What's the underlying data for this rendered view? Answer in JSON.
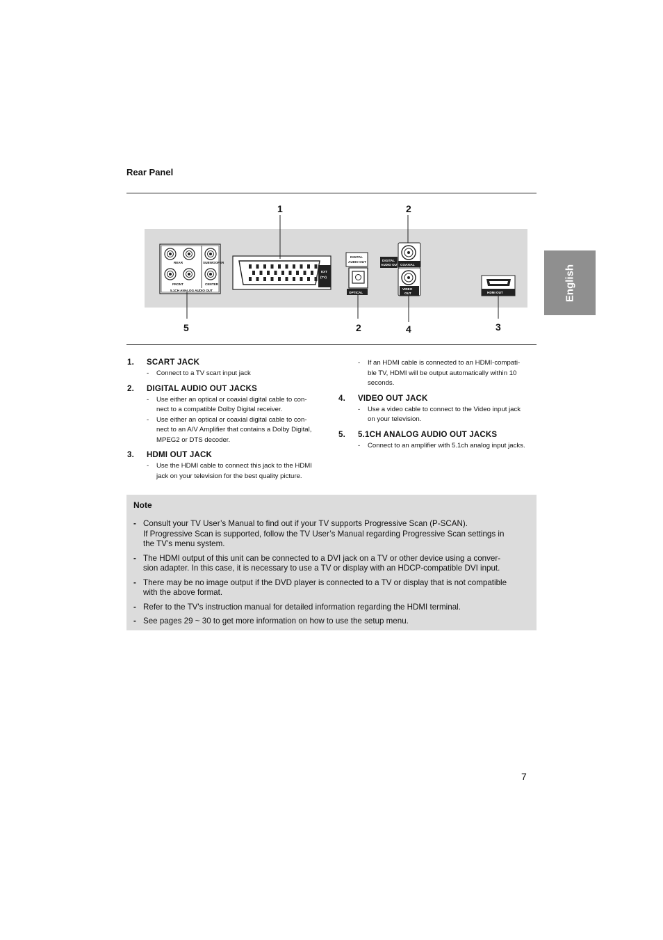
{
  "section_title": "Rear Panel",
  "side_tab": "English",
  "diagram": {
    "callouts": [
      "1",
      "2",
      "5",
      "2",
      "4",
      "3"
    ],
    "panel_labels": {
      "analog_front_left": "FRONT",
      "analog_rear": "REAR",
      "subwoofer": "SUBWOOFER",
      "center": "CENTER",
      "analog_out": "5.1CH ANALOG AUDIO OUT",
      "ext": "EXT",
      "tv": "(TV)",
      "digital_audio_out_1": "DIGITAL",
      "digital_audio_out_2": "AUDIO OUT",
      "optical": "OPTICAL",
      "digital_side_1": "DIGITAL",
      "digital_side_2": "AUDIO OUT",
      "coaxial": "COAXIAL",
      "video_1": "VIDEO",
      "video_2": "OUT",
      "hdmi_out": "HDMI OUT"
    }
  },
  "items_left": [
    {
      "num": "1.",
      "title": "SCART JACK",
      "bullets": [
        "Connect to a TV scart input jack"
      ]
    },
    {
      "num": "2.",
      "title": "DIGITAL AUDIO OUT JACKS",
      "bullets": [
        "Use either an optical or coaxial digital cable to con-\nnect to a compatible Dolby Digital receiver.",
        "Use either an optical or coaxial digital cable to con-\nnect to an A/V Amplifier that contains a Dolby Digital,\nMPEG2 or DTS decoder."
      ]
    },
    {
      "num": "3.",
      "title": "HDMI OUT JACK",
      "bullets": [
        "Use the HDMI cable to connect this jack to the HDMI\njack on your television for the best quality picture."
      ]
    }
  ],
  "items_right_continuation": "If an HDMI cable is connected to an HDMI-compati-\nble TV, HDMI will be output automatically within 10\nseconds.",
  "items_right": [
    {
      "num": "4.",
      "title": "VIDEO OUT JACK",
      "bullets": [
        "Use a video cable to connect to the Video input jack\non your television."
      ]
    },
    {
      "num": "5.",
      "title": "5.1CH ANALOG AUDIO OUT JACKS",
      "bullets": [
        "Connect to an amplifier with 5.1ch analog input jacks."
      ]
    }
  ],
  "note": {
    "title": "Note",
    "items": [
      "Consult your TV User’s Manual to find out if your TV supports Progressive Scan (P-SCAN).\nIf Progressive Scan is supported, follow the TV User’s Manual regarding Progressive Scan settings in\nthe TV’s menu system.",
      "The HDMI output of this unit can be connected to a DVI jack on a TV or other device using a conver-\nsion adapter. In this case, it is necessary to use a TV or display with an HDCP-compatible DVI input.",
      "There may be no image output if the DVD player is connected to a TV or display that is not compatible\nwith the above format.",
      "Refer to the TV's instruction manual for detailed information regarding the HDMI terminal.",
      "See pages 29 ~ 30 to get more information on how to use the setup menu."
    ]
  },
  "page_number": "7"
}
